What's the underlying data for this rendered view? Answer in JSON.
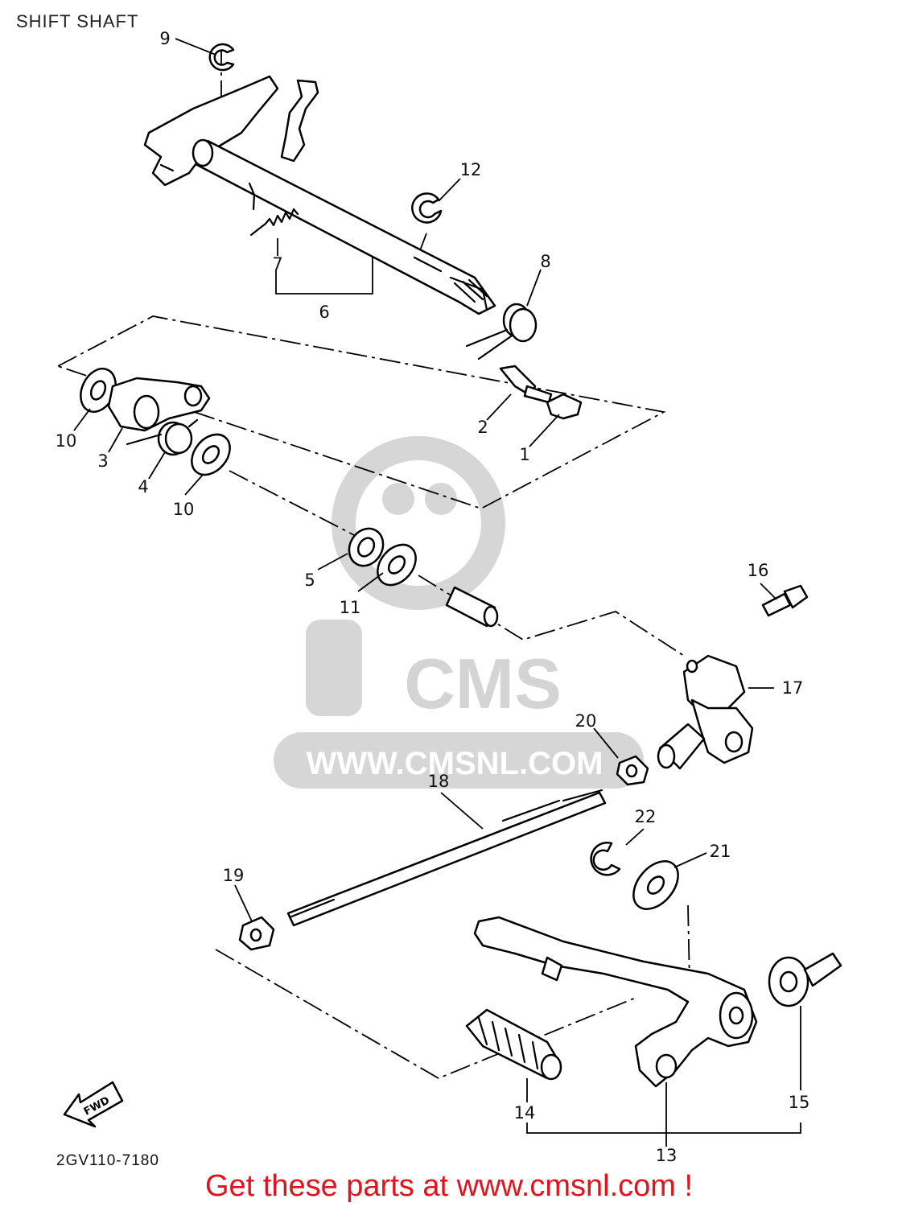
{
  "title": "SHIFT SHAFT",
  "diagram_code": "2GV110-7180",
  "banner": "Get these parts at www.cmsnl.com !",
  "watermark": {
    "logo_text": "CMS",
    "url_text": "WWW.CMSNL.COM"
  },
  "direction_badge": "FWD",
  "callouts": {
    "c1": "1",
    "c2": "2",
    "c3": "3",
    "c4": "4",
    "c5": "5",
    "c6": "6",
    "c7": "7",
    "c8": "8",
    "c9": "9",
    "c10a": "10",
    "c10b": "10",
    "c11": "11",
    "c12": "12",
    "c13": "13",
    "c14": "14",
    "c15": "15",
    "c16": "16",
    "c17": "17",
    "c18": "18",
    "c19": "19",
    "c20": "20",
    "c21": "21",
    "c22": "22"
  }
}
